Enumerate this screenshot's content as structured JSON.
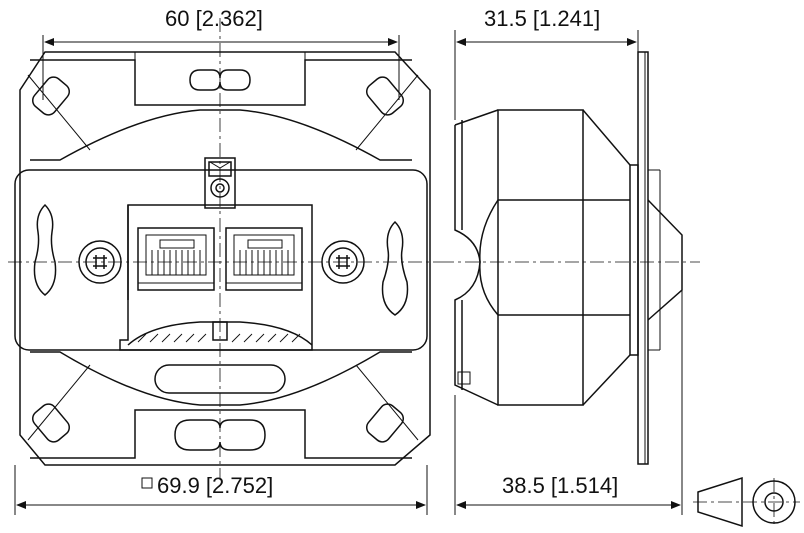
{
  "dimensions": {
    "front_width": "60 [2.362]",
    "side_depth": "31.5 [1.241]",
    "overall_square": "69.9 [2.752]",
    "overall_depth": "38.5 [1.514]"
  },
  "symbols": {
    "square_symbol": "square-icon",
    "projection_symbol": "third-angle-projection-icon"
  }
}
